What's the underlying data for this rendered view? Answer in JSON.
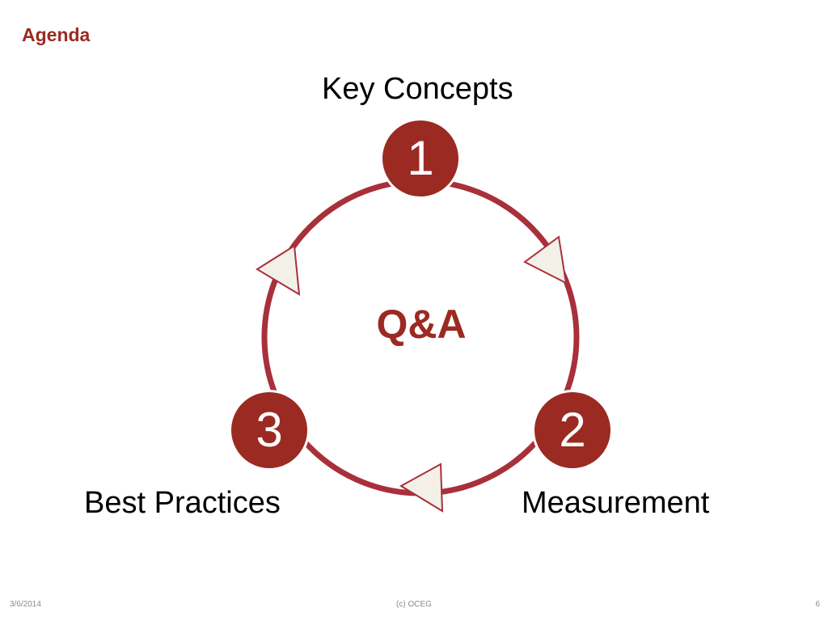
{
  "slide": {
    "title": "Agenda"
  },
  "cycle": {
    "center_label": "Q&A",
    "stages": [
      {
        "number": "1",
        "label": "Key Concepts"
      },
      {
        "number": "2",
        "label": "Measurement"
      },
      {
        "number": "3",
        "label": "Best Practices"
      }
    ]
  },
  "footer": {
    "date": "3/6/2014",
    "copyright": "(c) OCEG",
    "page": "6"
  },
  "colors": {
    "accent": "#9b2a22",
    "ring": "#a8303a",
    "arrow_fill": "#f3f0e8"
  }
}
